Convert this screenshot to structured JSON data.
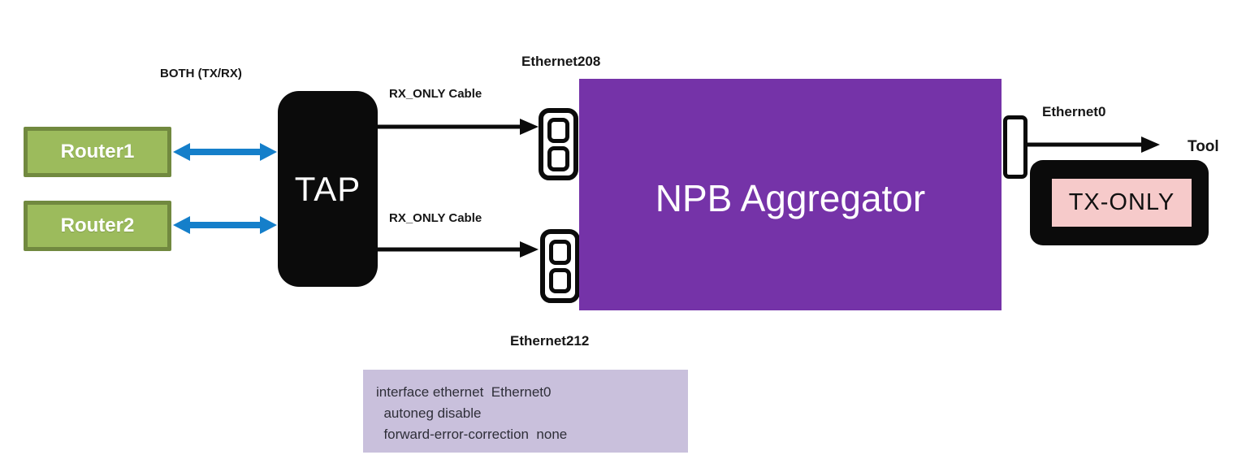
{
  "nodes": {
    "router1": "Router1",
    "router2": "Router2",
    "tap": "TAP",
    "npb_aggregator": "NPB Aggregator",
    "tx_only": "TX-ONLY"
  },
  "labels": {
    "both_tx_rx": "BOTH (TX/RX)",
    "rx_only_cable_top": "RX_ONLY Cable",
    "rx_only_cable_bottom": "RX_ONLY Cable",
    "ethernet208": "Ethernet208",
    "ethernet212": "Ethernet212",
    "ethernet0": "Ethernet0",
    "tool": "Tool"
  },
  "config_box": {
    "lines": [
      "interface ethernet  Ethernet0",
      "  autoneg disable",
      "  forward-error-correction  none"
    ]
  },
  "colors": {
    "router_fill": "#9cbb5c",
    "router_border": "#71893f",
    "tap_fill": "#0b0b0b",
    "npb_fill": "#7533a8",
    "blue_arrow": "#157fca",
    "black_arrow": "#0b0b0b",
    "tx_only_fill": "#f6caca",
    "config_fill": "#c9c0dc"
  }
}
